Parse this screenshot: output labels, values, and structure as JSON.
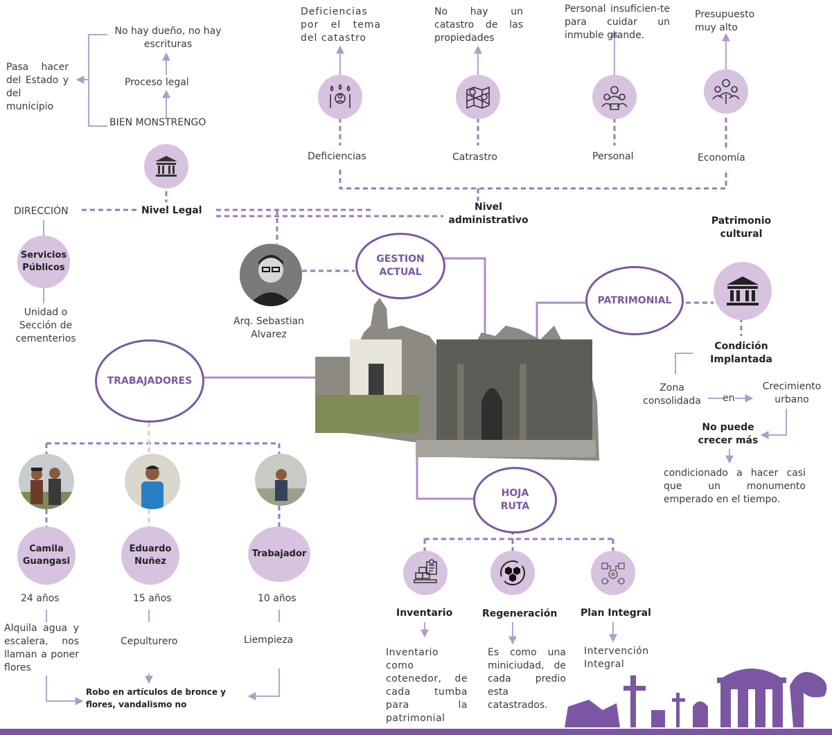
{
  "legal": {
    "no_owner": "No hay dueño, no hay escrituras",
    "state": "Pasa hacer del Estado y del municipio",
    "process": "Proceso legal",
    "bien": "BIEN MONSTRENGO",
    "direccion": "DIRECCIÓN",
    "nivel_legal": "Nivel Legal",
    "servicios": "Servicios Públicos",
    "unidad": "Unidad o Sección de cementerios"
  },
  "admin": {
    "items": [
      {
        "top": "Deficiencias por el tema del catastro",
        "label": "Deficiencias",
        "icon": "water-drops-person-icon"
      },
      {
        "top": "No hay un catastro de las propiedades",
        "label": "Catrastro",
        "icon": "map-pin-icon"
      },
      {
        "top": "Personal insuficien-te para cuidar un inmuble grande.",
        "label": "Personal",
        "icon": "group-people-icon"
      },
      {
        "top": "Presupuesto muy alto",
        "label": "Economía",
        "icon": "team-people-icon"
      }
    ],
    "nivel_admin": "Nivel administrativo"
  },
  "center": {
    "gestion": "GESTION ACTUAL",
    "arq": "Arq. Sebastian Alvarez",
    "patrimonial": "PATRIMONIAL",
    "trabajadores": "TRABAJADORES",
    "hoja_ruta": "HOJA RUTA"
  },
  "patrimonio": {
    "title": "Patrimonio cultural",
    "condicion": "Condición Implantada",
    "zona": "Zona consolidada",
    "en": "en",
    "crecimiento": "Crecimiento urbano",
    "no_puede": "No puede crecer más",
    "condicionado": "condicionado a hacer casi que un monumento emperado en el tiempo."
  },
  "workers": [
    {
      "name": "Camila Guangasi",
      "years": "24 años",
      "task": "Alquila agua y escalera, nos llaman a poner flores"
    },
    {
      "name": "Eduardo Nuñez",
      "years": "15 años",
      "task": "Cepulturero"
    },
    {
      "name": "Trabajador",
      "years": "10 años",
      "task": "Liempieza"
    }
  ],
  "robo": "Robo en artículos de bronce y flores, vandalismo no",
  "hoja": [
    {
      "label": "Inventario",
      "desc": "Inventario como cotenedor, de cada tumba para la patrimonial",
      "icon": "inventory-boxes-icon"
    },
    {
      "label": "Regeneración",
      "desc": "Es como una miniciudad, de cada predio esta catastrados.",
      "icon": "hexagon-cycle-icon"
    },
    {
      "label": "Plan Integral",
      "desc": "Intervención Integral",
      "icon": "gear-network-icon"
    }
  ],
  "colors": {
    "accent": "#7b57a3",
    "node": "#d7c3df",
    "dash": "#9b78b9"
  }
}
